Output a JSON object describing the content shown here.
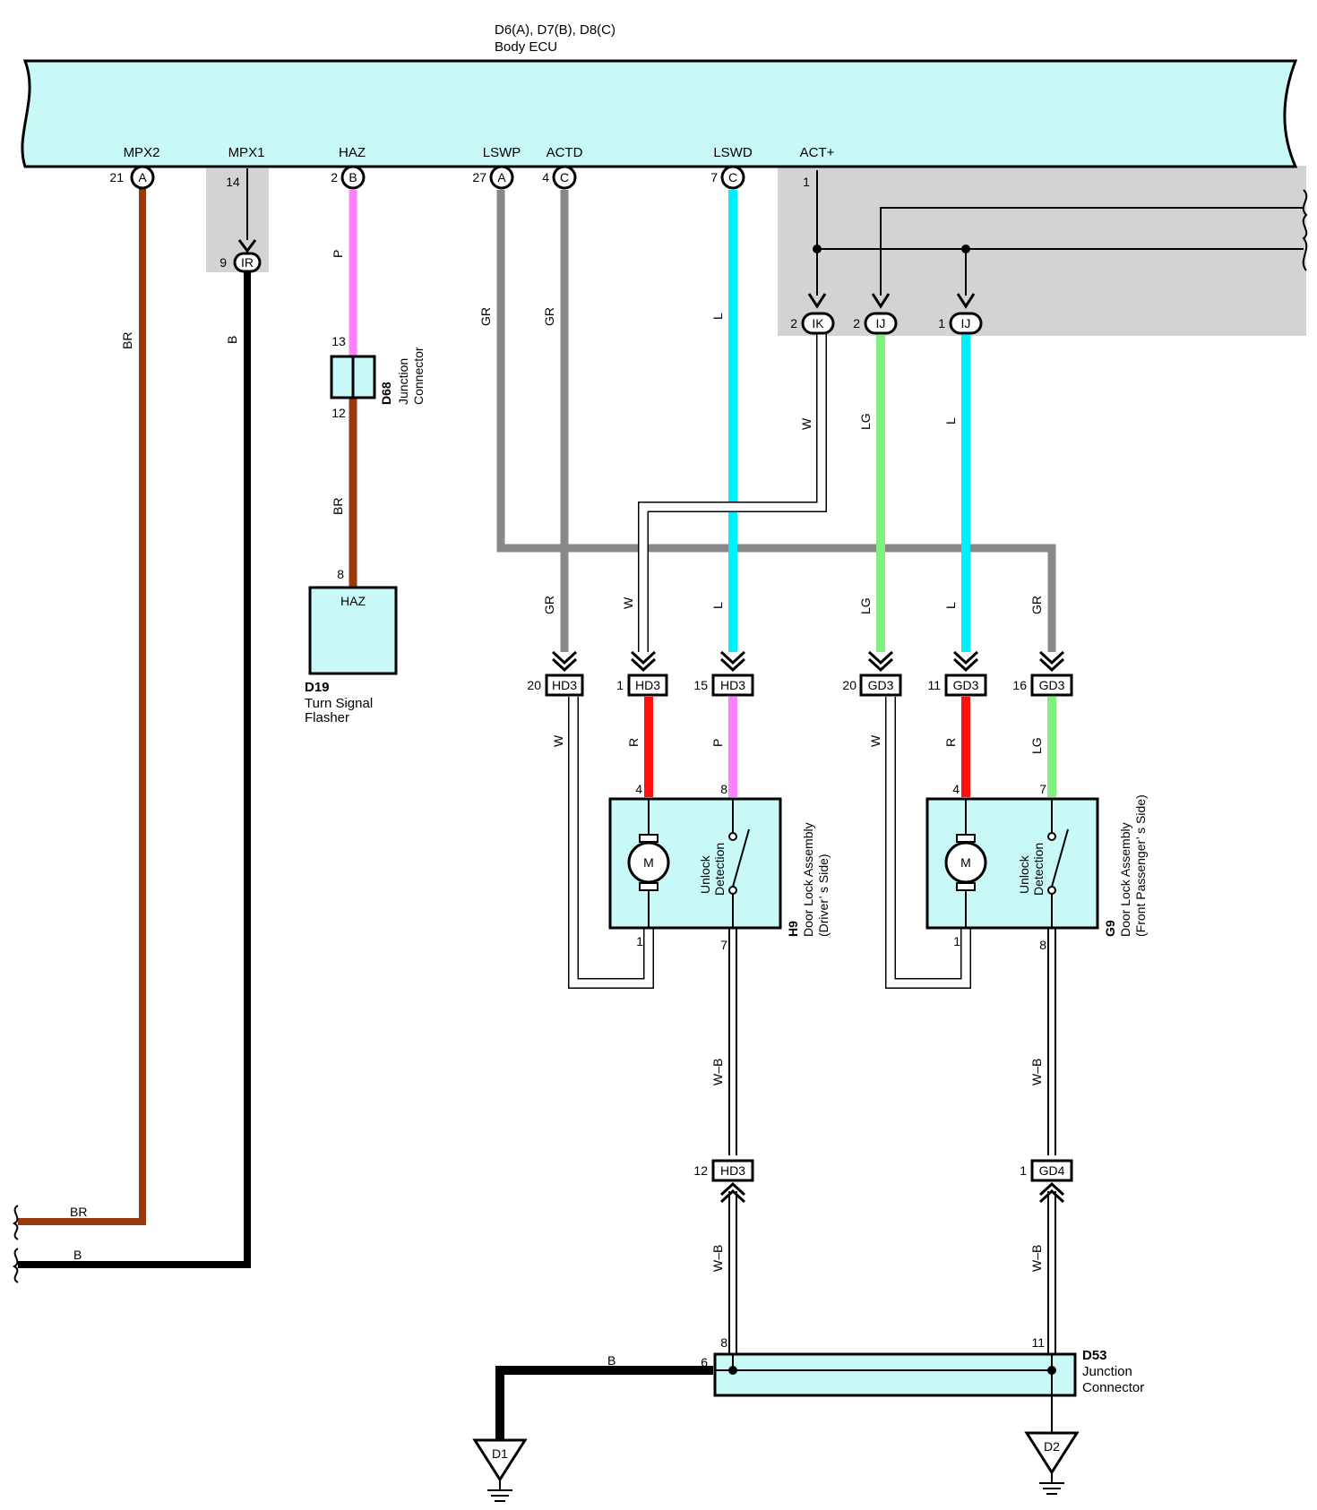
{
  "ecu": {
    "codes": "D6(A), D7(B), D8(C)",
    "name": "Body ECU",
    "terminals": {
      "mpx2": "MPX2",
      "mpx1": "MPX1",
      "haz": "HAZ",
      "lswp": "LSWP",
      "actd": "ACTD",
      "lswd": "LSWD",
      "act_plus": "ACT+"
    },
    "pins": {
      "mpx2": "21",
      "mpx1": "14",
      "haz": "2",
      "lswp": "27",
      "actd": "4",
      "lswd": "7",
      "act_plus": "1"
    },
    "connector_letters": {
      "a1": "A",
      "b": "B",
      "a2": "A",
      "c1": "C",
      "c2": "C"
    }
  },
  "connectors": {
    "ir": "IR",
    "ir_pin": "9",
    "ik": "IK",
    "ik_pin": "2",
    "ij": "IJ",
    "ij_pin_a": "2",
    "ij_pin_b": "1",
    "hd3": "HD3",
    "gd3": "GD3",
    "gd4": "GD4",
    "hd3_pin_gr": "20",
    "hd3_pin_w": "1",
    "hd3_pin_l": "15",
    "hd3_pin_wb": "12",
    "gd3_pin_w": "20",
    "gd3_pin_l": "11",
    "gd3_pin_gr": "16",
    "gd4_pin": "1"
  },
  "wires": {
    "br": "BR",
    "b": "B",
    "p": "P",
    "gr": "GR",
    "l": "L",
    "w": "W",
    "lg": "LG",
    "r": "R",
    "wb": "W–B"
  },
  "d68": {
    "code": "D68",
    "name1": "Junction",
    "name2": "Connector",
    "pin_top": "13",
    "pin_bottom": "12"
  },
  "d19": {
    "code": "D19",
    "name1": "Turn Signal",
    "name2": "Flasher",
    "terminal": "HAZ",
    "pin": "8"
  },
  "h9": {
    "code": "H9",
    "name1": "Door Lock Assembly",
    "name2": "(Driver’ s Side)",
    "motor": "M",
    "switch1": "Unlock",
    "switch2": "Detection",
    "pins": {
      "p4": "4",
      "p8": "8",
      "p1": "1",
      "p7": "7"
    }
  },
  "g9": {
    "code": "G9",
    "name1": "Door Lock Assembly",
    "name2": "(Front Passenger’ s Side)",
    "motor": "M",
    "switch1": "Unlock",
    "switch2": "Detection",
    "pins": {
      "p4": "4",
      "p7": "7",
      "p1": "1",
      "p8": "8"
    }
  },
  "d53": {
    "code": "D53",
    "name1": "Junction",
    "name2": "Connector",
    "pin_6": "6",
    "pin_8": "8",
    "pin_11": "11"
  },
  "grounds": {
    "d1": "D1",
    "d2": "D2"
  },
  "colors": {
    "ecu_fill": "#c8f8f8",
    "brown": "#9a3a0c",
    "pink": "#ff80ff",
    "gray": "#888888",
    "cyan": "#00f0ff",
    "lgreen": "#80f080",
    "red": "#ff1010",
    "black": "#000000",
    "shade": "#d0d0d0"
  }
}
